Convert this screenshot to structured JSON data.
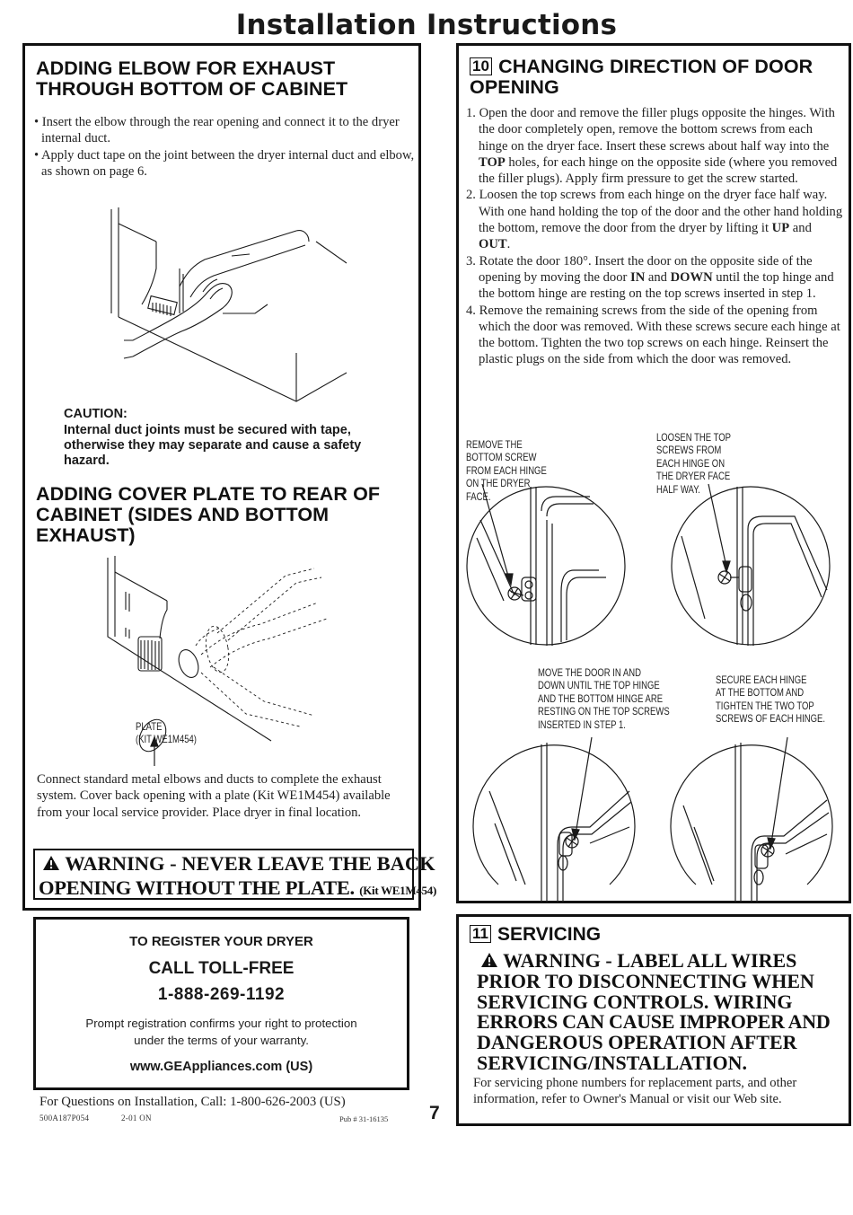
{
  "page_title": "Installation Instructions",
  "elbow": {
    "heading": "ADDING ELBOW FOR EXHAUST THROUGH BOTTOM OF CABINET",
    "bullets": [
      "Insert the elbow through the rear opening and connect it to the dryer internal duct.",
      "Apply duct tape on the joint between the dryer internal duct and elbow, as shown on page 6."
    ],
    "caution_label": "CAUTION:",
    "caution_text": "Internal duct joints must be secured with tape, otherwise they may separate and cause a safety hazard."
  },
  "cover_plate": {
    "heading": "ADDING COVER PLATE TO REAR OF CABINET (SIDES AND BOTTOM EXHAUST)",
    "callout_plate": "PLATE",
    "callout_kit": "(KIT WE1M454)",
    "paragraph": "Connect standard metal elbows and ducts to complete the exhaust system. Cover back opening with a plate (Kit WE1M454) available from your local service provider. Place dryer in final location.",
    "warning_line1": "WARNING - NEVER LEAVE THE BACK",
    "warning_line2": "OPENING WITHOUT THE PLATE.",
    "warning_kit": "(Kit WE1M454)"
  },
  "register": {
    "line1": "TO REGISTER YOUR DRYER",
    "line2": "CALL TOLL-FREE",
    "phone": "1-888-269-1192",
    "note": "Prompt registration confirms your right to protection under the terms of your warranty.",
    "website": "www.GEAppliances.com (US)"
  },
  "footer": {
    "questions": "For Questions on Installation, Call: 1-800-626-2003 (US)",
    "part_number": "500A187P054",
    "date_code": "2-01 ON",
    "pub": "Pub # 31-16135",
    "page_number": "7"
  },
  "door": {
    "number": "10",
    "heading": "CHANGING DIRECTION OF DOOR OPENING",
    "steps": [
      {
        "num": "1.",
        "text": "Open the door and remove the filler plugs opposite the hinges. With the door completely open, remove the bottom screws from each hinge on the dryer face. Insert these screws about half way into the ",
        "em1": "TOP",
        "text2": " holes, for each hinge on the opposite side (where you removed the filler plugs). Apply firm pressure to get the screw started."
      },
      {
        "num": "2.",
        "text": "Loosen the top screws from each hinge on the dryer face half way. With one hand holding the top of the door and the other hand holding the bottom, remove the door from the dryer by lifting it ",
        "em1": "UP",
        "mid": " and ",
        "em2": "OUT",
        "text2": "."
      },
      {
        "num": "3.",
        "text": "Rotate the door 180°. Insert the door on the opposite side of the opening by moving the door ",
        "em1": "IN",
        "mid": " and ",
        "em2": "DOWN",
        "text2": " until the top hinge and the bottom hinge are resting on the top screws inserted in step 1."
      },
      {
        "num": "4.",
        "text": "Remove the remaining screws from the side of the opening from which the door was removed. With these screws secure each hinge at the bottom. Tighten the two top screws on each hinge. Reinsert the plastic plugs on the side from which the door was removed.",
        "em1": "",
        "text2": ""
      }
    ],
    "callouts": {
      "remove_bottom": [
        "REMOVE THE",
        "BOTTOM SCREW",
        "FROM EACH HINGE",
        "ON THE DRYER",
        "FACE."
      ],
      "loosen_top": [
        "LOOSEN THE TOP",
        "SCREWS FROM",
        "EACH HINGE ON",
        "THE DRYER FACE",
        "HALF WAY."
      ],
      "move_door": [
        "MOVE THE DOOR IN AND",
        "DOWN UNTIL THE TOP HINGE",
        "AND THE BOTTOM HINGE ARE",
        "RESTING ON THE TOP SCREWS",
        "INSERTED IN STEP 1."
      ],
      "secure_hinge": [
        "SECURE EACH HINGE",
        "AT THE BOTTOM AND",
        "TIGHTEN THE TWO TOP",
        "SCREWS OF EACH HINGE."
      ]
    }
  },
  "servicing": {
    "number": "11",
    "heading": "SERVICING",
    "warning_lines": [
      "WARNING - LABEL ALL WIRES",
      "PRIOR TO DISCONNECTING WHEN",
      "SERVICING CONTROLS. WIRING",
      "ERRORS CAN CAUSE IMPROPER AND",
      "DANGEROUS OPERATION AFTER",
      "SERVICING/INSTALLATION."
    ],
    "paragraph": "For servicing phone numbers for replacement parts, and other information, refer to Owner's Manual or visit our Web site."
  }
}
